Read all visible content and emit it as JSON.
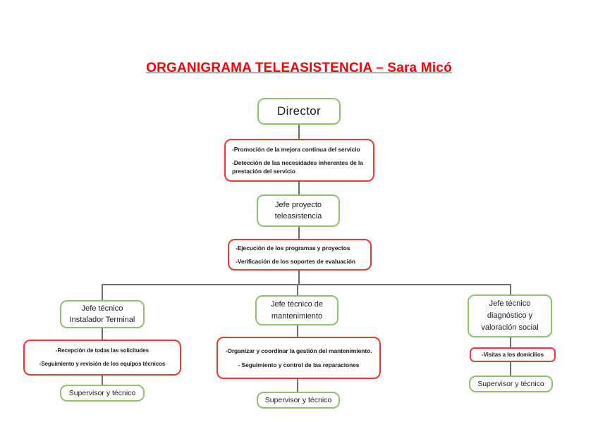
{
  "title": "ORGANIGRAMA TELEASISTENCIA – Sara Micó",
  "colors": {
    "green": "#8ec36b",
    "red": "#f4352c",
    "title_red": "#fb0007",
    "line": "#6e6e6e"
  },
  "nodes": {
    "director": {
      "label": "Director"
    },
    "director_tasks": {
      "bullets": [
        "-Promoción de la mejora continua del servicio",
        "-Detección de las necesidades inherentes de la prestación del servicio"
      ]
    },
    "jefe_proyecto": {
      "line1": "Jefe proyecto",
      "line2": "teleasistencia"
    },
    "proyecto_tasks": {
      "bullets": [
        "-Ejecución de los programas y proyectos",
        "-Verificación de los soportes de evaluación"
      ]
    },
    "jefe_instalador": {
      "line1": "Jefe técnico",
      "line2": "Instalador Terminal"
    },
    "instalador_tasks": {
      "bullets": [
        "-Recepción de todas las solicitudes",
        "-Seguimiento y revisión de los equipos técnicos"
      ]
    },
    "instalador_supervisor": {
      "label": "Supervisor y técnico"
    },
    "jefe_mantenimiento": {
      "line1": "Jefe técnico de",
      "line2": "mantenimiento"
    },
    "mantenimiento_tasks": {
      "bullets": [
        "-Organizar y coordinar la gestión del mantenimiento.",
        "- Seguimiento y control de las reparaciones"
      ]
    },
    "mantenimiento_supervisor": {
      "label": "Supervisor y técnico"
    },
    "jefe_diagnostico": {
      "line1": "Jefe técnico",
      "line2": "diagnóstico y",
      "line3": "valoración social"
    },
    "diagnostico_tasks": {
      "bullets": [
        "-Visitas a los domicilios"
      ]
    },
    "diagnostico_supervisor": {
      "label": "Supervisor y técnico"
    }
  }
}
